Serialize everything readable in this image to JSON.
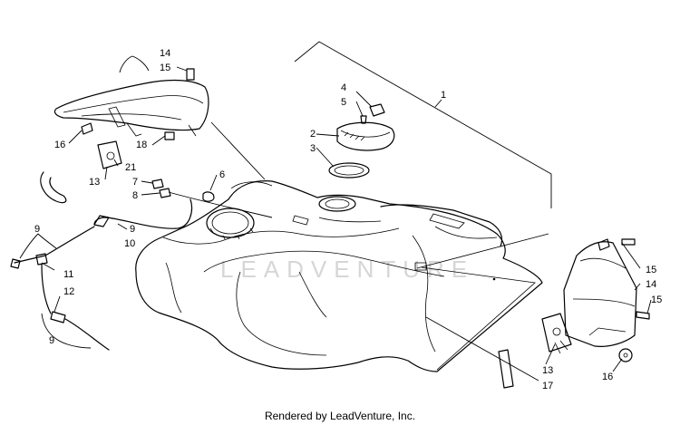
{
  "watermark": "LEADVENTURE",
  "footer": "Rendered by LeadVenture, Inc.",
  "callouts": {
    "c1": "1",
    "c2": "2",
    "c3": "3",
    "c4": "4",
    "c5": "5",
    "c6": "6",
    "c7": "7",
    "c8": "8",
    "c9a": "9",
    "c9b": "9",
    "c9c": "9",
    "c10": "10",
    "c11": "11",
    "c12": "12",
    "c13a": "13",
    "c13b": "13",
    "c14a": "14",
    "c14b": "14",
    "c15a": "15",
    "c15b": "15",
    "c15c": "15",
    "c16a": "16",
    "c16b": "16",
    "c17": "17",
    "c18": "18",
    "c21": "21"
  }
}
